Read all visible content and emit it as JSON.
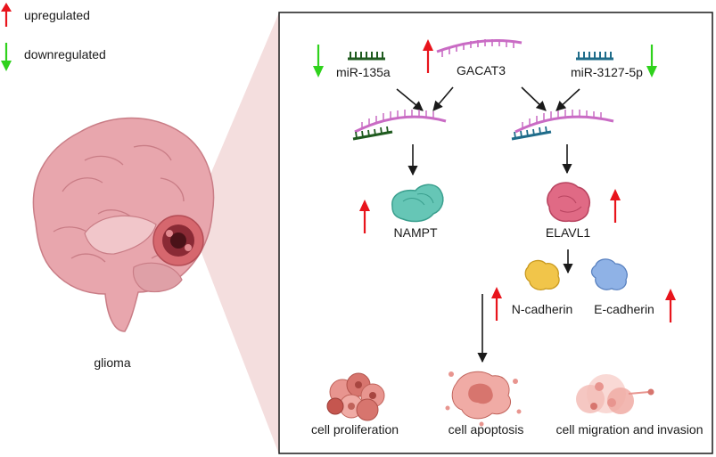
{
  "colors": {
    "upregulated": "#e8141c",
    "downregulated": "#2fd21c",
    "rna_strand": "#c96bc4",
    "mir135a": "#1f5b1f",
    "mir3127": "#1f6c8a",
    "nampt": "#66c6b6",
    "elavl1": "#e06a85",
    "n_cadherin": "#f1c54a",
    "e_cadherin": "#8fb2e6",
    "cone": "#f4dede",
    "brain": "#e8a6ad",
    "tumor": "#d6676e"
  },
  "legend": {
    "upregulated": "upregulated",
    "downregulated": "downregulated"
  },
  "labels": {
    "glioma": "glioma",
    "mir135a": "miR-135a",
    "gacat3": "GACAT3",
    "mir3127": "miR-3127-5p",
    "nampt": "NAMPT",
    "elavl1": "ELAVL1",
    "n_cadherin": "N-cadherin",
    "e_cadherin": "E-cadherin",
    "proliferation": "cell proliferation",
    "apoptosis": "cell apoptosis",
    "migration": "cell migration and invasion"
  },
  "icons": [
    "up-arrow-icon",
    "down-arrow-icon",
    "brain-icon",
    "tumor-icon",
    "rna-strand-icon",
    "protein-icon",
    "cell-cluster-icon"
  ]
}
